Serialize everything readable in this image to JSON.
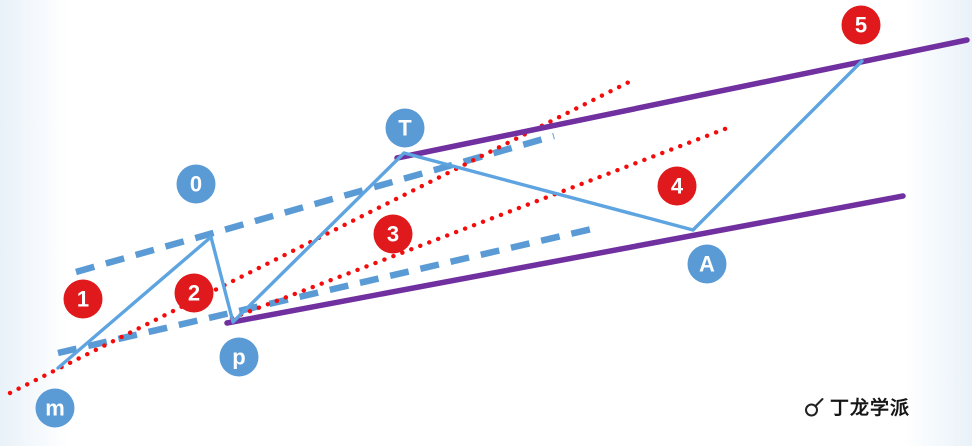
{
  "diagram": {
    "type": "trading-channel-wave-pattern",
    "nodes": {
      "c1": "1",
      "c2": "2",
      "c3": "3",
      "c4": "4",
      "c5": "5",
      "m": "m",
      "p": "p",
      "t": "T",
      "a": "A",
      "zero": "0"
    },
    "colors": {
      "red_node": "#e0191c",
      "blue_node": "#5b9bd5",
      "purple_line": "#7030a0",
      "red_dotted_line": "#f40b0b",
      "blue_dashed_line": "#5b9bd5",
      "price_line": "#5ea4e0"
    }
  },
  "watermark": {
    "text": "丁龙学派"
  }
}
